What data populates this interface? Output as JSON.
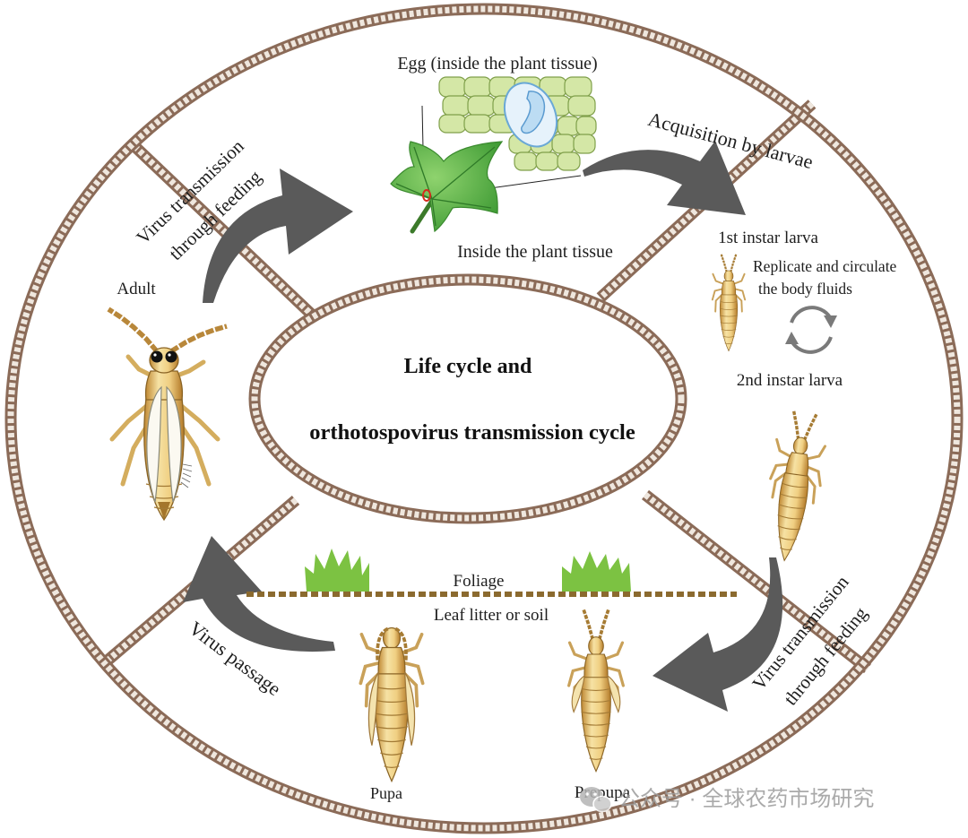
{
  "diagram": {
    "title": {
      "line1": "Life cycle and",
      "line2": "orthotospovirus transmission cycle"
    },
    "stages": {
      "egg": "Egg (inside the plant tissue)",
      "plant": "Inside the plant tissue",
      "larva1": "1st instar larva",
      "larva2": "2nd instar larva",
      "prepupa": "Prepupa",
      "pupa": "Pupa",
      "adult": "Adult"
    },
    "processes": {
      "acquisition": "Acquisition by larvae",
      "replicate_line1": "Replicate and circulate",
      "replicate_line2": "the body fluids",
      "transmission_adult_line1": "Virus transmission",
      "transmission_adult_line2": "through feeding",
      "transmission_larva_line1": "Virus transmission",
      "transmission_larva_line2": "through feeding",
      "passage": "Virus passage"
    },
    "habitat": {
      "foliage": "Foliage",
      "soil": "Leaf litter or soil"
    },
    "icons": {
      "cycle": "replication-cycle-icon",
      "wechat": "wechat-icon"
    }
  },
  "watermark": {
    "text": "公众号 · 全球农药市场研究"
  },
  "colors": {
    "ring": "#8b6b58",
    "ring_light": "#efe7de",
    "arrow": "#5a5a5a",
    "leaf": "#5db34a",
    "egg": "#bcdcf3",
    "grass": "#7cc242",
    "soil_line": "#8b6a2f"
  }
}
